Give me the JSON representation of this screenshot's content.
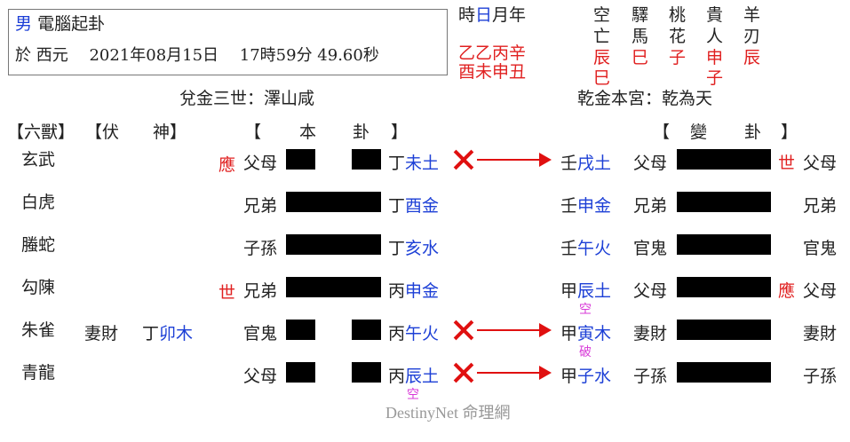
{
  "header": {
    "gender": "男",
    "title": "電腦起卦",
    "date_line": "於 西元　 2021年08月15日　 17時59分 49.60秒",
    "tm_label": {
      "t": "時",
      "d": "日",
      "m": "月",
      "y": "年"
    },
    "gz_stems": "乙乙丙辛",
    "gz_branches": "酉未申丑",
    "shensha": [
      {
        "top": "空",
        "mid": "亡",
        "v1": "辰",
        "v2": "巳"
      },
      {
        "top": "驛",
        "mid": "馬",
        "v1": "巳",
        "v2": ""
      },
      {
        "top": "桃",
        "mid": "花",
        "v1": "子",
        "v2": ""
      },
      {
        "top": "貴",
        "mid": "人",
        "v1": "申",
        "v2": "子"
      },
      {
        "top": "羊",
        "mid": "刃",
        "v1": "辰",
        "v2": ""
      }
    ],
    "main_title": "兌金三世：澤山咸",
    "changed_title": "乾金本宮：乾為天"
  },
  "column_headers": {
    "liushou": "【六獸】",
    "fushen": "【伏　　神】",
    "bengua_open": "【",
    "bengua_a": "本",
    "bengua_b": "卦",
    "bengua_close": "】",
    "biangua_open": "【",
    "biangua_a": "變",
    "biangua_b": "卦",
    "biangua_close": "】"
  },
  "rows": [
    {
      "beast": "玄武",
      "fushen_rel": "",
      "fushen_stem": "",
      "fushen_branch": "",
      "mark": "應",
      "rel": "父母",
      "yin": true,
      "stem": "丁",
      "branch": "未土",
      "moving": true,
      "below": "",
      "ch_stem": "壬",
      "ch_branch": "戌土",
      "ch_below": "",
      "ch_rel": "父母",
      "ch_mark": "世",
      "ch_rel2": "父母"
    },
    {
      "beast": "白虎",
      "fushen_rel": "",
      "fushen_stem": "",
      "fushen_branch": "",
      "mark": "",
      "rel": "兄弟",
      "yin": false,
      "stem": "丁",
      "branch": "酉金",
      "moving": false,
      "below": "",
      "ch_stem": "壬",
      "ch_branch": "申金",
      "ch_below": "",
      "ch_rel": "兄弟",
      "ch_mark": "",
      "ch_rel2": "兄弟"
    },
    {
      "beast": "螣蛇",
      "fushen_rel": "",
      "fushen_stem": "",
      "fushen_branch": "",
      "mark": "",
      "rel": "子孫",
      "yin": false,
      "stem": "丁",
      "branch": "亥水",
      "moving": false,
      "below": "",
      "ch_stem": "壬",
      "ch_branch": "午火",
      "ch_below": "",
      "ch_rel": "官鬼",
      "ch_mark": "",
      "ch_rel2": "官鬼"
    },
    {
      "beast": "勾陳",
      "fushen_rel": "",
      "fushen_stem": "",
      "fushen_branch": "",
      "mark": "世",
      "rel": "兄弟",
      "yin": false,
      "stem": "丙",
      "branch": "申金",
      "moving": false,
      "below": "",
      "ch_stem": "甲",
      "ch_branch": "辰土",
      "ch_below": "空",
      "ch_rel": "父母",
      "ch_mark": "應",
      "ch_rel2": "父母"
    },
    {
      "beast": "朱雀",
      "fushen_rel": "妻財",
      "fushen_stem": "丁",
      "fushen_branch": "卯木",
      "mark": "",
      "rel": "官鬼",
      "yin": true,
      "stem": "丙",
      "branch": "午火",
      "moving": true,
      "below": "",
      "ch_stem": "甲",
      "ch_branch": "寅木",
      "ch_below": "破",
      "ch_rel": "妻財",
      "ch_mark": "",
      "ch_rel2": "妻財"
    },
    {
      "beast": "青龍",
      "fushen_rel": "",
      "fushen_stem": "",
      "fushen_branch": "",
      "mark": "",
      "rel": "父母",
      "yin": true,
      "stem": "丙",
      "branch": "辰土",
      "moving": true,
      "below": "空",
      "ch_stem": "甲",
      "ch_branch": "子水",
      "ch_below": "",
      "ch_rel": "子孫",
      "ch_mark": "",
      "ch_rel2": "子孫"
    }
  ],
  "footer": {
    "brand": "DestinyNet",
    "site": "命理網"
  }
}
